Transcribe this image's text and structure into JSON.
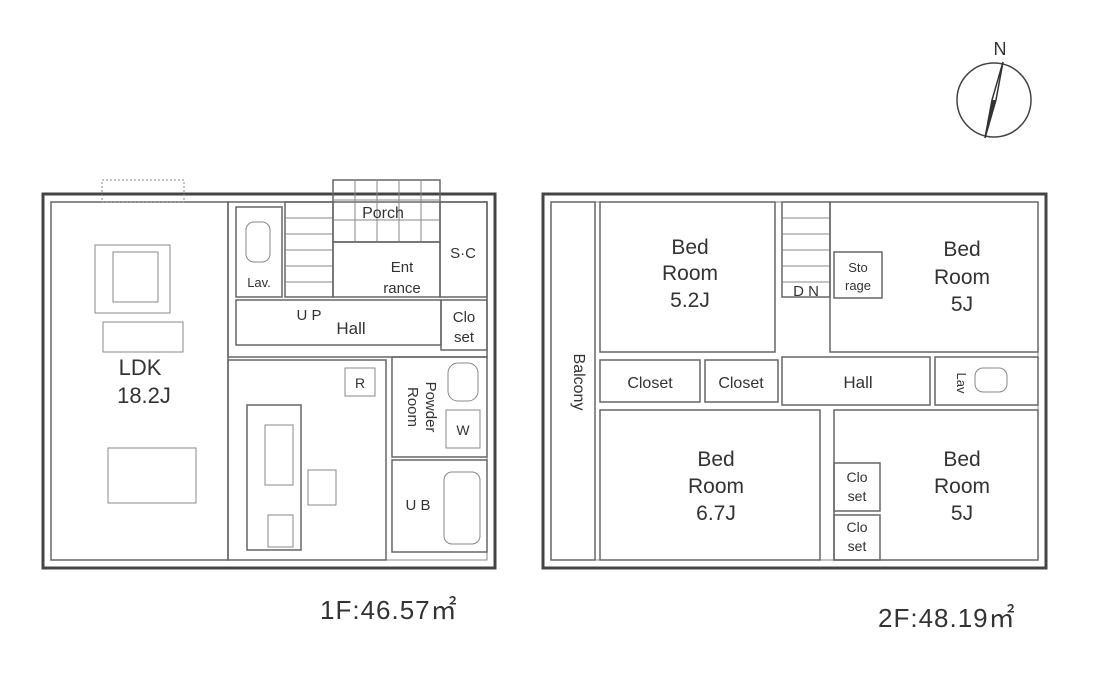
{
  "compass": {
    "north_label": "N"
  },
  "floor1": {
    "area_label": "1F:46.57㎡",
    "rooms": {
      "porch": "Porch",
      "sc": "S·C",
      "lav": "Lav.",
      "entrance_1": "Ent",
      "entrance_2": "rance",
      "up": "U P",
      "hall": "Hall",
      "closet_1": "Clo",
      "closet_2": "set",
      "ldk_1": "LDK",
      "ldk_2": "18.2J",
      "r": "R",
      "powder_1": "Powder",
      "powder_2": "Room",
      "w": "W",
      "ub": "U B"
    }
  },
  "floor2": {
    "area_label": "2F:48.19㎡",
    "rooms": {
      "balcony": "Balcony",
      "bed_nw_1": "Bed",
      "bed_nw_2": "Room",
      "bed_nw_3": "5.2J",
      "dn": "D N",
      "storage_1": "Sto",
      "storage_2": "rage",
      "bed_ne_1": "Bed",
      "bed_ne_2": "Room",
      "bed_ne_3": "5J",
      "closet_a": "Closet",
      "closet_b": "Closet",
      "hall": "Hall",
      "lav": "Lav",
      "bed_sw_1": "Bed",
      "bed_sw_2": "Room",
      "bed_sw_3": "6.7J",
      "closet_se1_1": "Clo",
      "closet_se1_2": "set",
      "closet_se2_1": "Clo",
      "closet_se2_2": "set",
      "bed_se_1": "Bed",
      "bed_se_2": "Room",
      "bed_se_3": "5J"
    }
  }
}
